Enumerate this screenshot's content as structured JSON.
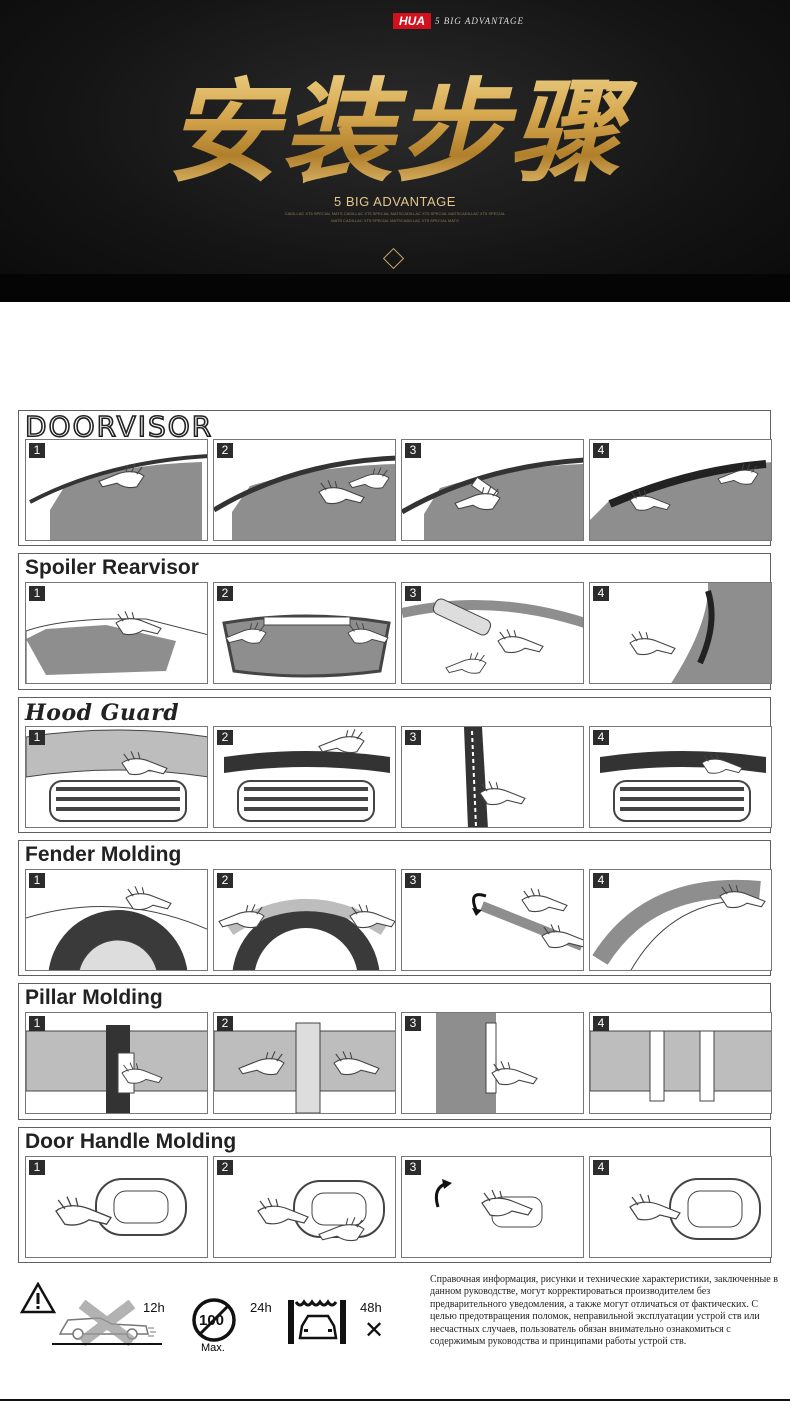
{
  "banner": {
    "brand": "HUA",
    "tagline": "5 BIG ADVANTAGE",
    "title": "安装步骤",
    "subtitle": "5 BIG ADVANTAGE",
    "fine_line_1": "CADILLAC XT5 SPECIAL MATS CADILLAC XT5 SPECIAL MATSCADILLAC XT5 SPECIAL MATSCADILLAC XT5 SPECIAL",
    "fine_line_2": "MATS CADILLAC XT5 SPECIAL MATSCADILLAC XT5 SPECIAL MATS"
  },
  "sections": [
    {
      "title": "DOORVISOR",
      "style": "outline",
      "steps": [
        "1",
        "2",
        "3",
        "4"
      ]
    },
    {
      "title": "Spoiler Rearvisor",
      "style": "bold",
      "steps": [
        "1",
        "2",
        "3",
        "4"
      ]
    },
    {
      "title": "Hood Guard",
      "style": "script",
      "steps": [
        "1",
        "2",
        "3",
        "4"
      ]
    },
    {
      "title": "Fender Molding",
      "style": "bold",
      "steps": [
        "1",
        "2",
        "3",
        "4"
      ]
    },
    {
      "title": "Pillar Molding",
      "style": "bold",
      "steps": [
        "1",
        "2",
        "3",
        "4"
      ]
    },
    {
      "title": "Door Handle Molding",
      "style": "bold",
      "steps": [
        "1",
        "2",
        "3",
        "4"
      ]
    }
  ],
  "footer": {
    "wash_hours": "12h",
    "speed_hours": "24h",
    "speed_sign": "100",
    "speed_label": "Max.",
    "carwash_hours": "48h",
    "disclaimer": "Справочная информация, рисунки и технические характеристики, заключенные в данном руководстве, могут корректироваться производителем без предварительного уведомления, а также могут отличаться от фактических. С целью предотвращения поломок, неправильной эксплуатации устрой ств или несчастных случаев, пользователь обязан внимательно ознакомиться с содержимым руководства и принципами работы устрой ств."
  }
}
